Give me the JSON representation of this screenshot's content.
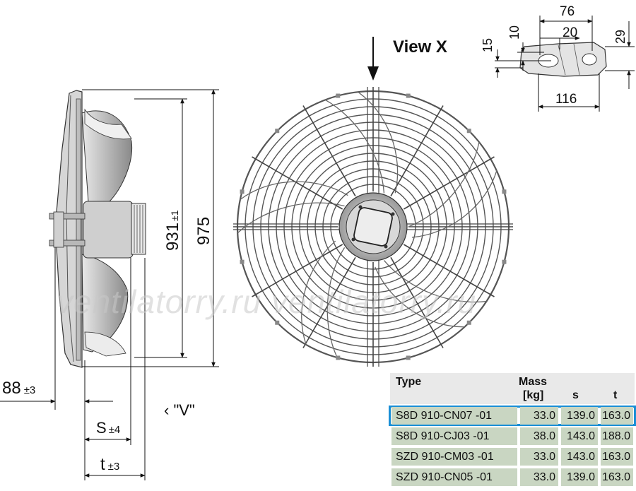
{
  "labels": {
    "view_x": "View X",
    "view_v": "‹ \"V\"",
    "watermark": "ventilatorry.ru     ventilatorry.ru"
  },
  "dimensions": {
    "d_76": "76",
    "d_10": "10",
    "d_20": "20",
    "d_15": "15",
    "d_29": "29",
    "d_116": "116",
    "d_931": "931",
    "d_931_tol": "±1",
    "d_975": "975",
    "d_88": "88",
    "d_88_tol": "±3",
    "d_s": "S",
    "d_s_tol": "±4",
    "d_t": "t",
    "d_t_tol": "±3"
  },
  "table": {
    "headers": {
      "type": "Type",
      "mass_line1": "Mass",
      "mass_line2": "[kg]",
      "s": "s",
      "t": "t"
    },
    "rows": [
      {
        "type": "S8D  910-CN07  -01",
        "mass": "33.0",
        "s": "139.0",
        "t": "163.0",
        "selected": true
      },
      {
        "type": "S8D  910-CJ03  -01",
        "mass": "38.0",
        "s": "143.0",
        "t": "188.0",
        "selected": false
      },
      {
        "type": "SZD  910-CM03 -01",
        "mass": "33.0",
        "s": "143.0",
        "t": "163.0",
        "selected": false
      },
      {
        "type": "SZD  910-CN05  -01",
        "mass": "33.0",
        "s": "139.0",
        "t": "163.0",
        "selected": false
      }
    ],
    "row_color": "#c9d6c2",
    "header_color": "#e9e9e9",
    "highlight_color": "#1a8fd6"
  },
  "icons": {
    "view_arrow": "down-arrow-icon",
    "fan_front": "fan-guard-grille-icon",
    "fan_side": "fan-side-profile-icon",
    "bracket_detail": "mounting-bracket-detail-icon"
  }
}
